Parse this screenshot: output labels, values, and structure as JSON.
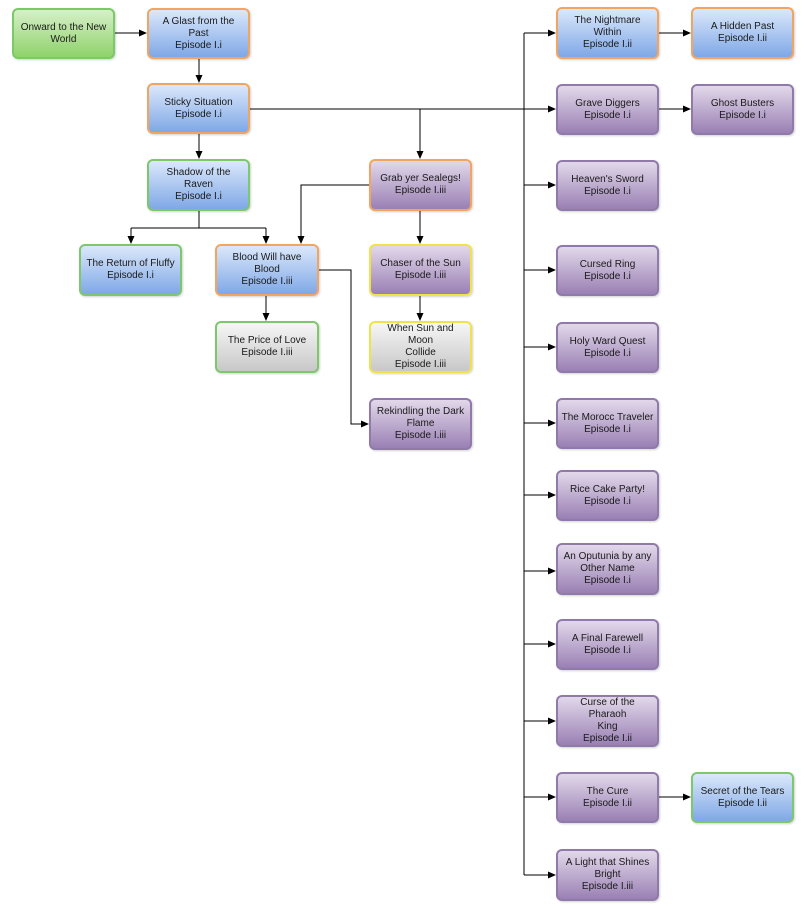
{
  "nodes": {
    "onward": {
      "line1": "Onward to the New",
      "line2": "World",
      "line3": ""
    },
    "glast": {
      "line1": "A Glast from the Past",
      "line2": "Episode I.i",
      "line3": ""
    },
    "sticky": {
      "line1": "Sticky Situation",
      "line2": "Episode I.i",
      "line3": ""
    },
    "raven": {
      "line1": "Shadow of the Raven",
      "line2": "Episode I.i",
      "line3": ""
    },
    "fluffy": {
      "line1": "The Return of Fluffy",
      "line2": "Episode I.i",
      "line3": ""
    },
    "blood": {
      "line1": "Blood Will have",
      "line2": "Blood",
      "line3": "Episode I.iii"
    },
    "price": {
      "line1": "The Price of Love",
      "line2": "Episode I.iii",
      "line3": ""
    },
    "sealegs": {
      "line1": "Grab yer Sealegs!",
      "line2": "Episode I.iii",
      "line3": ""
    },
    "chaser": {
      "line1": "Chaser of the Sun",
      "line2": "Episode I.iii",
      "line3": ""
    },
    "collide": {
      "line1": "When Sun and Moon",
      "line2": "Collide",
      "line3": "Episode I.iii"
    },
    "rekindle": {
      "line1": "Rekindling the Dark",
      "line2": "Flame",
      "line3": "Episode I.iii"
    },
    "nightmare": {
      "line1": "The Nightmare",
      "line2": "Within",
      "line3": "Episode I.ii"
    },
    "hidden": {
      "line1": "A Hidden Past",
      "line2": "Episode I.ii",
      "line3": ""
    },
    "grave": {
      "line1": "Grave Diggers",
      "line2": "Episode I.i",
      "line3": ""
    },
    "ghost": {
      "line1": "Ghost Busters",
      "line2": "Episode I.i",
      "line3": ""
    },
    "heaven": {
      "line1": "Heaven's Sword",
      "line2": "Episode I.i",
      "line3": ""
    },
    "ring": {
      "line1": "Cursed Ring",
      "line2": "Episode I.i",
      "line3": ""
    },
    "ward": {
      "line1": "Holy Ward Quest",
      "line2": "Episode I.i",
      "line3": ""
    },
    "morocc": {
      "line1": "The Morocc Traveler",
      "line2": "Episode I.i",
      "line3": ""
    },
    "ricecake": {
      "line1": "Rice Cake Party!",
      "line2": "Episode I.i",
      "line3": ""
    },
    "oputunia": {
      "line1": "An Oputunia by any",
      "line2": "Other Name",
      "line3": "Episode I.i"
    },
    "farewell": {
      "line1": "A Final Farewell",
      "line2": "Episode I.i",
      "line3": ""
    },
    "pharaoh": {
      "line1": "Curse of the Pharaoh",
      "line2": "King",
      "line3": "Episode I.ii"
    },
    "cure": {
      "line1": "The Cure",
      "line2": "Episode I.ii",
      "line3": ""
    },
    "tears": {
      "line1": "Secret of the Tears",
      "line2": "Episode I.ii",
      "line3": ""
    },
    "light": {
      "line1": "A Light that Shines",
      "line2": "Bright",
      "line3": "Episode I.iii"
    }
  },
  "colors": {
    "blue": "#7fa8e6",
    "purple": "#9a80b4",
    "green": "#8fd26a",
    "gray": "#c8c8c8",
    "border_orange": "#f2a561",
    "border_green": "#7cc86a",
    "border_yellow": "#f2e24a"
  }
}
